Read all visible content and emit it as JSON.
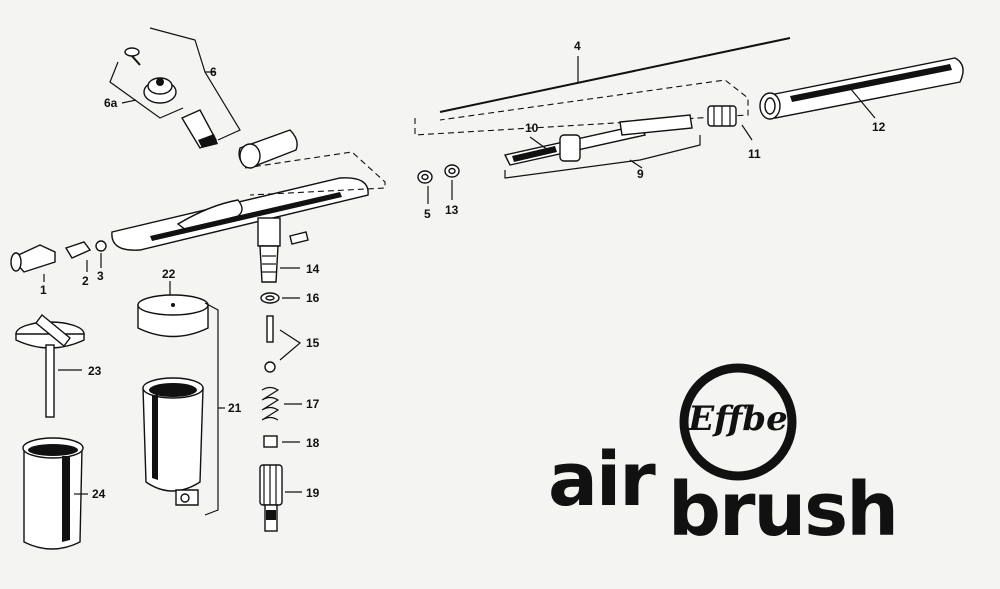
{
  "part_numbers": {
    "p1": "1",
    "p2": "2",
    "p3": "3",
    "p4": "4",
    "p5": "5",
    "p6": "6",
    "p6a": "6a",
    "p9": "9",
    "p10": "10",
    "p11": "11",
    "p12": "12",
    "p13": "13",
    "p14": "14",
    "p15": "15",
    "p16": "16",
    "p17": "17",
    "p18": "18",
    "p19": "19",
    "p21": "21",
    "p22": "22",
    "p23": "23",
    "p24": "24"
  },
  "logo": {
    "emblem_text": "Effbe",
    "word1": "air",
    "word2": "brush"
  },
  "colors": {
    "ink": "#111111",
    "paper": "#f4f4f2"
  }
}
